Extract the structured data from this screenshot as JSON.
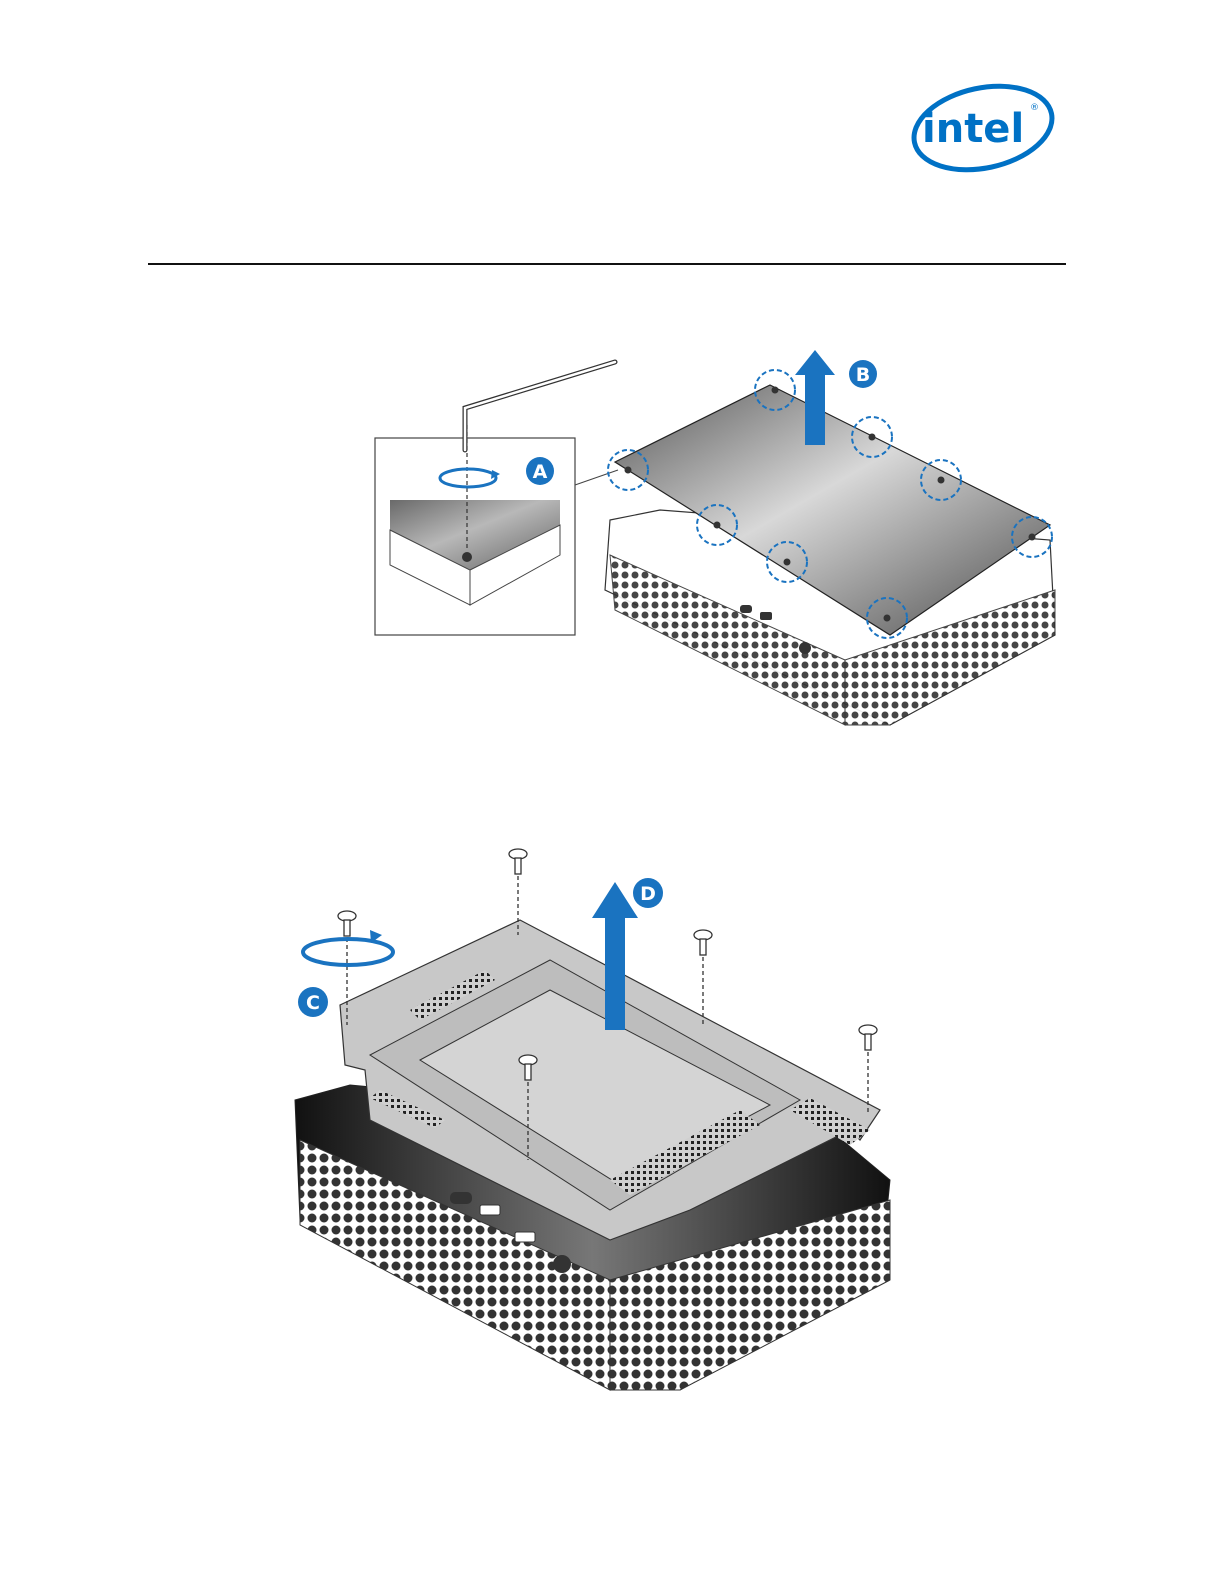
{
  "header": {
    "logo_text": "intel",
    "logo_color": "#0071c5"
  },
  "figure1": {
    "callout_a": "A",
    "callout_b": "B",
    "callout_color": "#1a73c0"
  },
  "figure2": {
    "callout_c": "C",
    "callout_d": "D",
    "callout_color": "#1a73c0"
  }
}
